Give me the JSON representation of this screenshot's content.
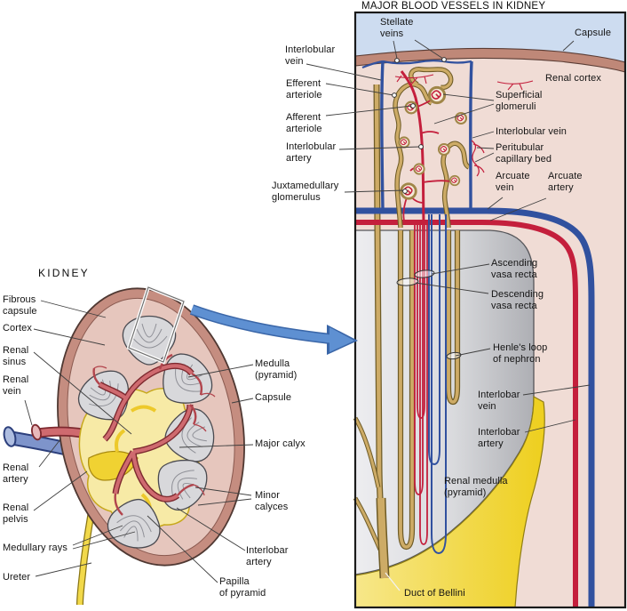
{
  "detail": {
    "title": "MAJOR BLOOD VESSELS IN KIDNEY",
    "labels": {
      "stellate_veins": "Stellate\nveins",
      "capsule": "Capsule",
      "renal_cortex": "Renal cortex",
      "interlobular_vein": "Interlobular\nvein",
      "efferent_arteriole": "Efferent\narteriole",
      "afferent_arteriole": "Afferent\narteriole",
      "interlobular_artery": "Interlobular\nartery",
      "juxtamedullary_glomerulus": "Juxtamedullary\nglomerulus",
      "superficial_glomeruli": "Superficial\nglomeruli",
      "interlobular_vein_right": "Interlobular vein",
      "peritubular_capillary_bed": "Peritubular\ncapillary bed",
      "arcuate_vein": "Arcuate\nvein",
      "arcuate_artery": "Arcuate\nartery",
      "ascending_vasa_recta": "Ascending\nvasa recta",
      "descending_vasa_recta": "Descending\nvasa recta",
      "henles_loop_of_nephron": "Henle's loop\nof nephron",
      "interlobar_vein": "Interlobar\nvein",
      "interlobar_artery": "Interlobar\nartery",
      "renal_medulla": "Renal medulla\n(pyramid)",
      "duct_of_bellini": "Duct of Bellini"
    }
  },
  "kidney": {
    "title": "KIDNEY",
    "labels": {
      "fibrous_capsule": "Fibrous\ncapsule",
      "cortex": "Cortex",
      "renal_sinus": "Renal\nsinus",
      "renal_vein": "Renal\nvein",
      "renal_artery": "Renal\nartery",
      "renal_pelvis": "Renal\npelvis",
      "medullary_rays": "Medullary rays",
      "ureter": "Ureter",
      "medulla_pyramid": "Medulla\n(pyramid)",
      "capsule": "Capsule",
      "major_calyx": "Major calyx",
      "minor_calyces": "Minor\ncalyces",
      "interlobar_artery": "Interlobar\nartery",
      "papilla_of_pyramid": "Papilla\nof pyramid"
    }
  },
  "colors": {
    "artery_red": "#c41f3c",
    "vein_blue": "#31519f",
    "capsule_brown": "#c08478",
    "cortex_pink": "#f0dcd5",
    "medulla_gray": "#c9cacd",
    "sinus_yellow": "#f0d63e",
    "tubule_tan": "#cdab66",
    "arrow_blue": "#5e90d2",
    "sky_blue": "#cddcf0"
  }
}
